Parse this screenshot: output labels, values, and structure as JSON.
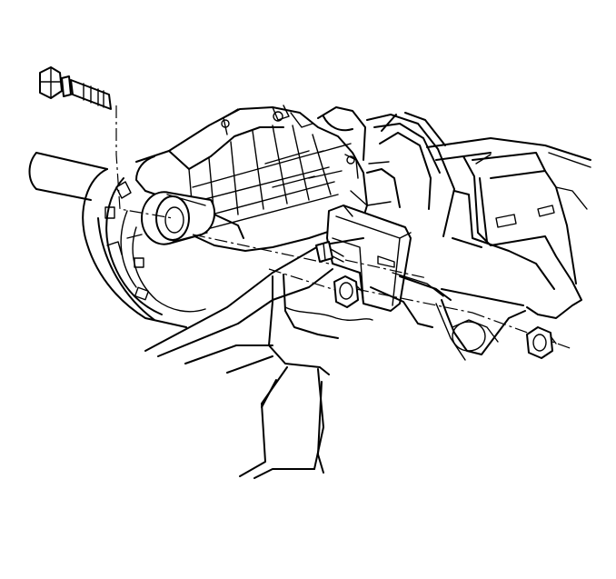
{
  "figure": {
    "style": "black-and-white line illustration",
    "parts": [
      {
        "name": "mounting-bolt",
        "count": 1
      },
      {
        "name": "transfer-case-assembly",
        "count": 1
      },
      {
        "name": "mount-bracket",
        "count": 1
      },
      {
        "name": "stud",
        "count": 1
      },
      {
        "name": "nut",
        "count": 2
      },
      {
        "name": "crossmember",
        "count": 1
      },
      {
        "name": "propeller-shaft-tube",
        "count": 1
      }
    ]
  },
  "colors": {
    "line": "#000000",
    "background": "#ffffff"
  }
}
